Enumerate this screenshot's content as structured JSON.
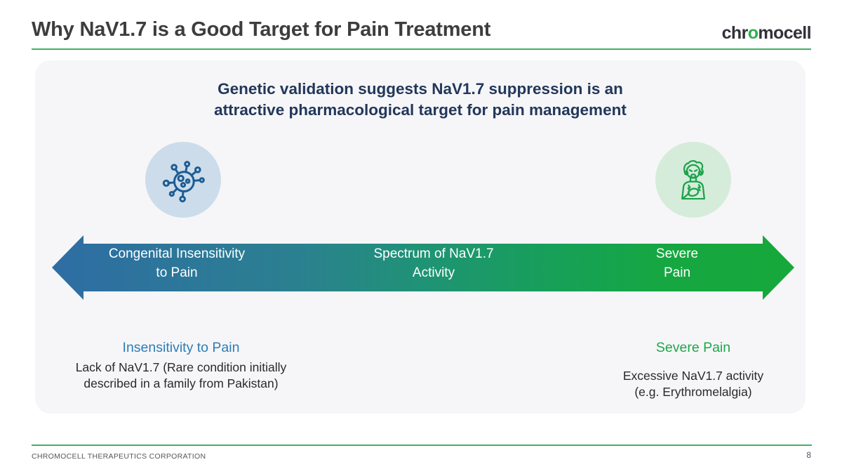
{
  "header": {
    "title": "Why NaV1.7 is a Good Target for Pain Treatment",
    "logo": {
      "part1": "chr",
      "accent": "o",
      "part2": "mocell"
    }
  },
  "panel": {
    "headline": {
      "line1": "Genetic validation suggests NaV1.7 suppression is an",
      "line2": "attractive pharmacological target for pain management"
    },
    "icons": {
      "left": "molecule-icon",
      "right": "person-in-pain-icon"
    },
    "spectrum_arrow": {
      "left_label": {
        "line1": "Congenital Insensitivity",
        "line2": "to Pain"
      },
      "center_label": {
        "line1": "Spectrum of NaV1.7",
        "line2": "Activity"
      },
      "right_label": {
        "line1": "Severe",
        "line2": "Pain"
      }
    },
    "left_block": {
      "heading": "Insensitivity to Pain",
      "body_line1": "Lack of NaV1.7 (Rare condition initially",
      "body_line2": "described in a family from Pakistan)"
    },
    "right_block": {
      "heading": "Severe Pain",
      "body_line1": "Excessive NaV1.7 activity",
      "body_line2": "(e.g. Erythromelalgia)"
    }
  },
  "footer": {
    "company": "CHROMOCELL THERAPEUTICS CORPORATION",
    "page_number": "8"
  },
  "colors": {
    "accent_green_line": "#41b164",
    "logo_accent_green": "#2db14d",
    "headline_navy": "#22375a",
    "arrow_blue": "#2e6da4",
    "arrow_teal": "#1f9375",
    "arrow_green": "#16a83a",
    "heading_blue": "#2f7cb5",
    "heading_green": "#1fa64a",
    "icon_blue": "#1d5c94",
    "icon_green": "#1ba24b",
    "circle_blue_bg": "#ccdcea",
    "circle_green_bg": "#d5ecda",
    "panel_bg": "#f6f6f8",
    "title_gray": "#3d3d3d"
  }
}
